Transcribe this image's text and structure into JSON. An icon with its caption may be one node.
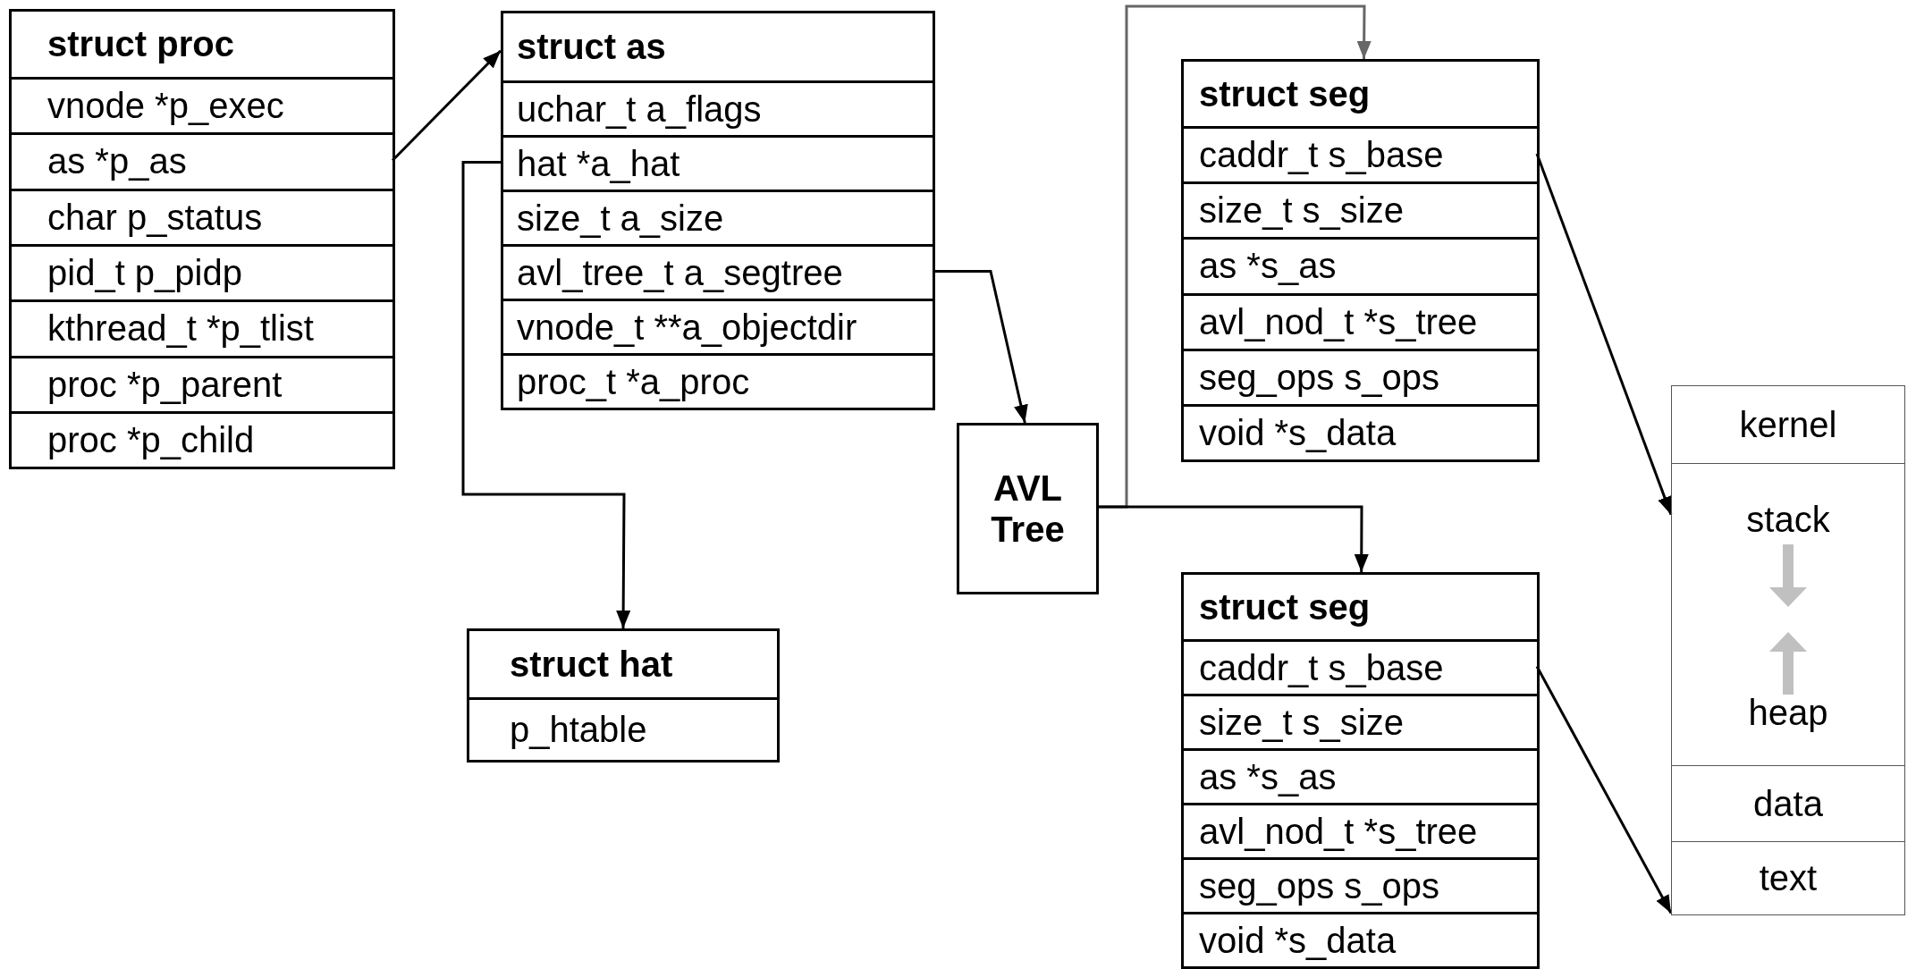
{
  "diagram": {
    "nodes": [
      {
        "text": [
          "struct proc"
        ]
      },
      {
        "text": [
          "vnode *p_exec"
        ],
        "in": 0
      },
      {
        "text": [
          "as *p_as"
        ],
        "in": 0
      },
      {
        "text": [
          "char p_status"
        ],
        "in": 0
      },
      {
        "text": [
          "pid_t p_pidp"
        ],
        "in": 0
      },
      {
        "text": [
          "kthread_t *p_tlist"
        ],
        "in": 0
      },
      {
        "text": [
          "proc *p_parent"
        ],
        "in": 0
      },
      {
        "text": [
          "proc *p_child"
        ],
        "in": 0
      },
      {
        "text": [
          "struct as"
        ]
      },
      {
        "text": [
          "uchar_t a_flags"
        ],
        "in": 8
      },
      {
        "text": [
          "hat *a_hat"
        ],
        "in": 8
      },
      {
        "text": [
          "size_t a_size"
        ],
        "in": 8
      },
      {
        "text": [
          "avl_tree_t a_segtree"
        ],
        "in": 8
      },
      {
        "text": [
          "vnode_t **a_objectdir"
        ],
        "in": 8
      },
      {
        "text": [
          "proc_t *a_proc"
        ],
        "in": 8
      },
      {
        "text": [
          "struct hat"
        ]
      },
      {
        "text": [
          "p_htable"
        ],
        "in": 15
      },
      {
        "text": [
          "AVL Tree"
        ]
      },
      {
        "text": [
          "struct seg"
        ]
      },
      {
        "text": [
          "caddr_t s_base"
        ],
        "in": 18
      },
      {
        "text": [
          "size_t s_size"
        ],
        "in": 18
      },
      {
        "text": [
          "as *s_as"
        ],
        "in": 18
      },
      {
        "text": [
          "avl_nod_t *s_tree"
        ],
        "in": 18
      },
      {
        "text": [
          "seg_ops s_ops"
        ],
        "in": 18
      },
      {
        "text": [
          "void *s_data"
        ],
        "in": 18
      },
      {
        "text": [
          "struct seg"
        ]
      },
      {
        "text": [
          "caddr_t s_base"
        ],
        "in": 25
      },
      {
        "text": [
          "size_t s_size"
        ],
        "in": 25
      },
      {
        "text": [
          "as *s_as"
        ],
        "in": 25
      },
      {
        "text": [
          "avl_nod_t *s_tree"
        ],
        "in": 25
      },
      {
        "text": [
          "seg_ops s_ops"
        ],
        "in": 25
      },
      {
        "text": [
          "void *s_data"
        ],
        "in": 25
      },
      {
        "text": [
          "kernel"
        ]
      },
      {
        "text": [
          "stack",
          "heap"
        ]
      },
      {
        "text": [
          "data"
        ]
      },
      {
        "text": [
          "text"
        ]
      }
    ],
    "edges": [
      {
        "from": 2,
        "to": 8,
        "arrow": "to"
      },
      {
        "from": 10,
        "to": 15,
        "arrow": "to"
      },
      {
        "from": 12,
        "to": 17,
        "arrow": "to"
      },
      {
        "from": 17,
        "to": 18,
        "arrow": "to",
        "color": "#666666"
      },
      {
        "from": 17,
        "to": 25,
        "arrow": "to"
      },
      {
        "from": 19,
        "to": 33,
        "arrow": "to"
      },
      {
        "from": 26,
        "to": 35,
        "arrow": "to"
      }
    ]
  }
}
